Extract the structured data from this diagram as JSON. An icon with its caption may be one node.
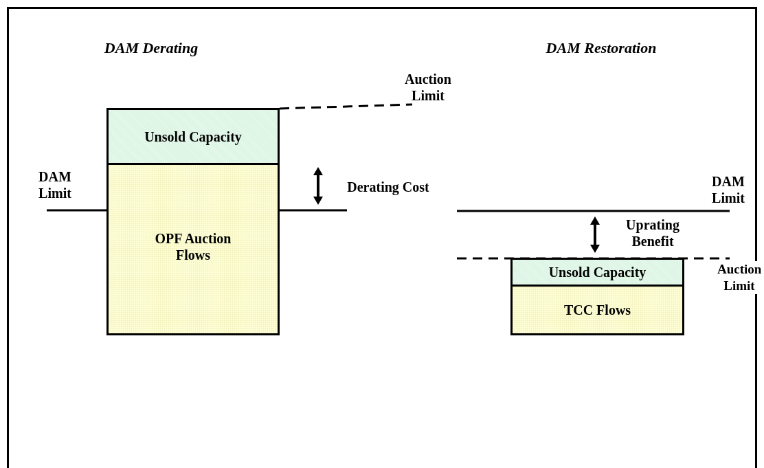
{
  "diagram": {
    "nodes": [
      {
        "text": [
          "Unsold Capacity"
        ]
      },
      {
        "text": [
          "OPF Auction Flows"
        ]
      },
      {
        "text": [
          "Unsold Capacity"
        ]
      },
      {
        "text": [
          "TCC Flows"
        ]
      }
    ],
    "labels": [
      "DAM Derating",
      "DAM Restoration",
      "Auction Limit",
      "DAM Limit",
      "Derating Cost",
      "DAM Limit",
      "Uprating Benefit",
      "Auction Limit"
    ]
  }
}
